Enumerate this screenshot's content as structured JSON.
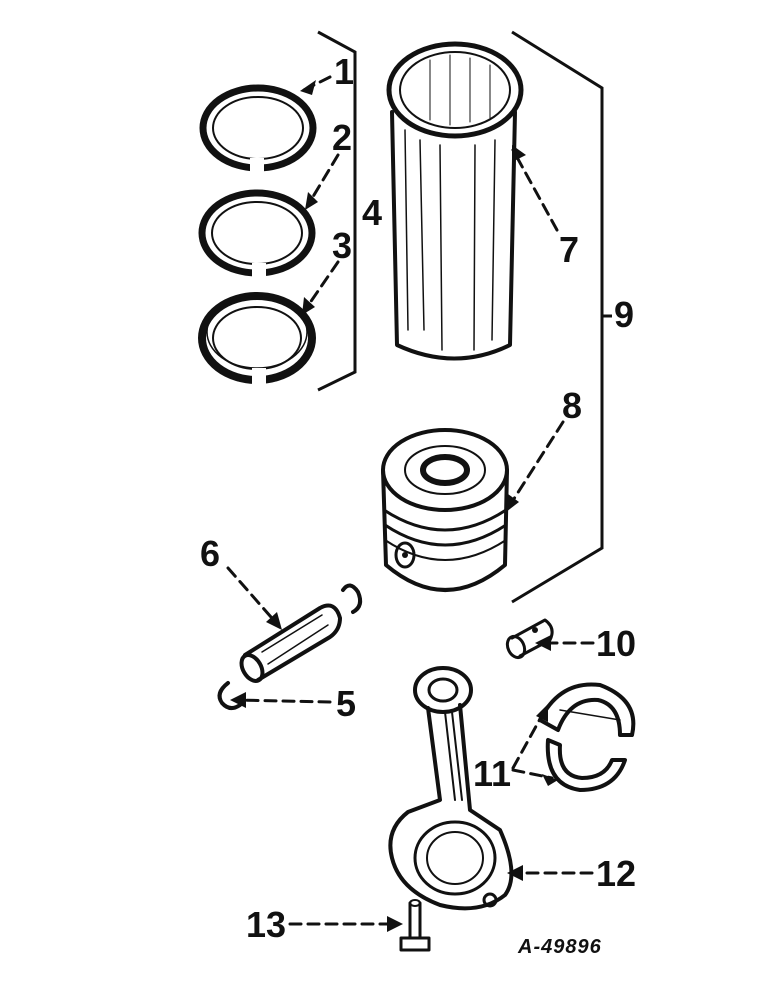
{
  "figure_code": "A-49896",
  "callouts": [
    {
      "id": "ring-1",
      "label": "1"
    },
    {
      "id": "ring-2",
      "label": "2"
    },
    {
      "id": "ring-3",
      "label": "3"
    },
    {
      "id": "ring-set",
      "label": "4"
    },
    {
      "id": "retainer",
      "label": "5"
    },
    {
      "id": "pin",
      "label": "6"
    },
    {
      "id": "sleeve",
      "label": "7"
    },
    {
      "id": "piston",
      "label": "8"
    },
    {
      "id": "assembly",
      "label": "9"
    },
    {
      "id": "bushing",
      "label": "10"
    },
    {
      "id": "bearing",
      "label": "11"
    },
    {
      "id": "rod",
      "label": "12"
    },
    {
      "id": "bolt",
      "label": "13"
    }
  ]
}
